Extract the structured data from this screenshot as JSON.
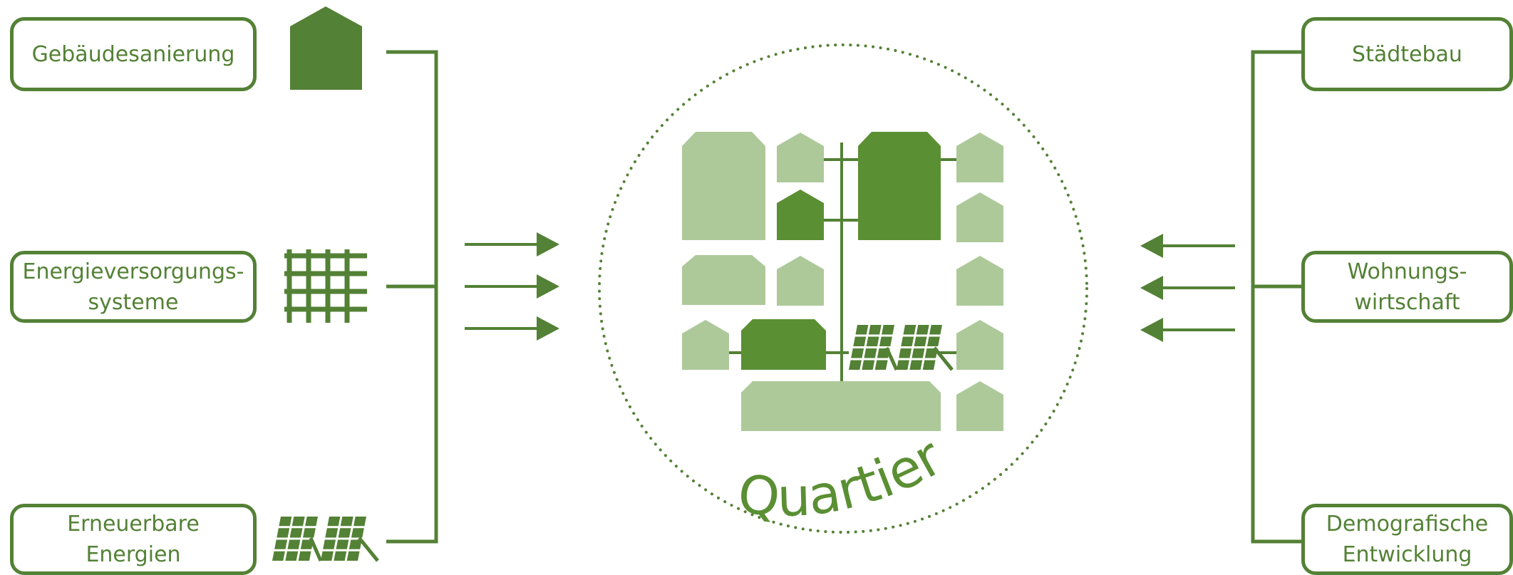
{
  "colors": {
    "primary": "#538135",
    "dark_fill": "#5A8F33",
    "light_fill": "#ADC99A",
    "background": "#FFFFFF"
  },
  "center": {
    "label": "Quartier"
  },
  "left_factors": [
    {
      "id": "gebaeudesanierung",
      "lines": [
        "Gebäudesanierung"
      ],
      "icon": "house-icon"
    },
    {
      "id": "energieversorgungssysteme",
      "lines": [
        "Energieversorgungs-",
        "systeme"
      ],
      "icon": "grid-network-icon"
    },
    {
      "id": "erneuerbare-energien",
      "lines": [
        "Erneuerbare",
        "Energien"
      ],
      "icon": "solar-panel-icon"
    }
  ],
  "right_factors": [
    {
      "id": "staedtebau",
      "lines": [
        "Städtebau"
      ]
    },
    {
      "id": "wohnungswirtschaft",
      "lines": [
        "Wohnungs-",
        "wirtschaft"
      ]
    },
    {
      "id": "demografische-entwicklung",
      "lines": [
        "Demografische",
        "Entwicklung"
      ]
    }
  ]
}
